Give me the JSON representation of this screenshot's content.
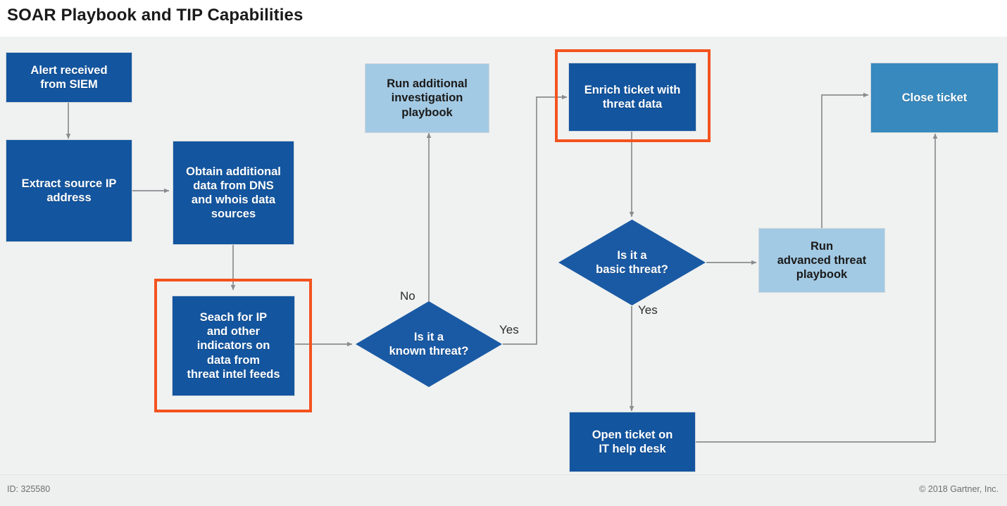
{
  "header": {
    "title": "SOAR Playbook and TIP Capabilities"
  },
  "footer": {
    "id_label": "ID: 325580",
    "copyright": "© 2018 Gartner, Inc."
  },
  "colors": {
    "canvas_background": "#f0f2f1",
    "process_dark_blue": "#13559f",
    "process_medium_blue": "#3789be",
    "process_light_blue": "#a3cae4",
    "decision_blue": "#1a5aa4",
    "highlight_orange": "#f4531f",
    "connector_gray": "#8a8d8f",
    "text_on_dark": "#ffffff",
    "text_on_light": "#1a1a1a"
  },
  "chart_data": {
    "type": "diagram",
    "title": "SOAR Playbook and TIP Capabilities",
    "nodes": [
      {
        "id": "alert",
        "label": "Alert received from SIEM",
        "shape": "process",
        "style": "dark",
        "highlighted": false
      },
      {
        "id": "extract",
        "label": "Extract source IP address",
        "shape": "process",
        "style": "dark",
        "highlighted": false
      },
      {
        "id": "obtain",
        "label": "Obtain additional data from DNS and whois data sources",
        "shape": "process",
        "style": "dark",
        "highlighted": false
      },
      {
        "id": "search",
        "label": "Seach for IP and other indicators on data from threat intel feeds",
        "shape": "process",
        "style": "dark",
        "highlighted": true
      },
      {
        "id": "known",
        "label": "Is it a known threat?",
        "shape": "decision",
        "style": "dark",
        "highlighted": false
      },
      {
        "id": "investigate",
        "label": "Run additional investigation playbook",
        "shape": "process",
        "style": "light",
        "highlighted": false
      },
      {
        "id": "enrich",
        "label": "Enrich ticket with threat data",
        "shape": "process",
        "style": "dark",
        "highlighted": true
      },
      {
        "id": "basic",
        "label": "Is it a basic threat?",
        "shape": "decision",
        "style": "dark",
        "highlighted": false
      },
      {
        "id": "advanced",
        "label": "Run advanced threat playbook",
        "shape": "process",
        "style": "light",
        "highlighted": false
      },
      {
        "id": "open",
        "label": "Open ticket on IT help desk",
        "shape": "process",
        "style": "dark",
        "highlighted": false
      },
      {
        "id": "close",
        "label": "Close ticket",
        "shape": "process",
        "style": "medium",
        "highlighted": false
      }
    ],
    "edges": [
      {
        "from": "alert",
        "to": "extract",
        "label": ""
      },
      {
        "from": "extract",
        "to": "obtain",
        "label": ""
      },
      {
        "from": "obtain",
        "to": "search",
        "label": ""
      },
      {
        "from": "search",
        "to": "known",
        "label": ""
      },
      {
        "from": "known",
        "to": "investigate",
        "label": "No"
      },
      {
        "from": "known",
        "to": "enrich",
        "label": "Yes"
      },
      {
        "from": "enrich",
        "to": "basic",
        "label": ""
      },
      {
        "from": "basic",
        "to": "advanced",
        "label": ""
      },
      {
        "from": "basic",
        "to": "open",
        "label": "Yes"
      },
      {
        "from": "advanced",
        "to": "close",
        "label": ""
      },
      {
        "from": "open",
        "to": "close",
        "label": ""
      }
    ],
    "edge_labels": [
      "No",
      "Yes",
      "Yes"
    ]
  },
  "nodes": {
    "alert": {
      "text": "Alert received\nfrom SIEM"
    },
    "extract": {
      "text": "Extract source IP\naddress"
    },
    "obtain": {
      "text": "Obtain additional\ndata from DNS\nand whois data\nsources"
    },
    "search": {
      "text": "Seach for IP\nand other\nindicators on\ndata from\nthreat intel feeds"
    },
    "known": {
      "text": "Is it a\nknown threat?"
    },
    "investigate": {
      "text": "Run additional\ninvestigation\nplaybook"
    },
    "enrich": {
      "text": "Enrich ticket with\nthreat data"
    },
    "basic": {
      "text": "Is it a\nbasic threat?"
    },
    "advanced": {
      "text": "Run\nadvanced threat\nplaybook"
    },
    "open": {
      "text": "Open ticket on\nIT help desk"
    },
    "close": {
      "text": "Close ticket"
    }
  },
  "labels": {
    "no_known": "No",
    "yes_known": "Yes",
    "yes_basic": "Yes"
  }
}
